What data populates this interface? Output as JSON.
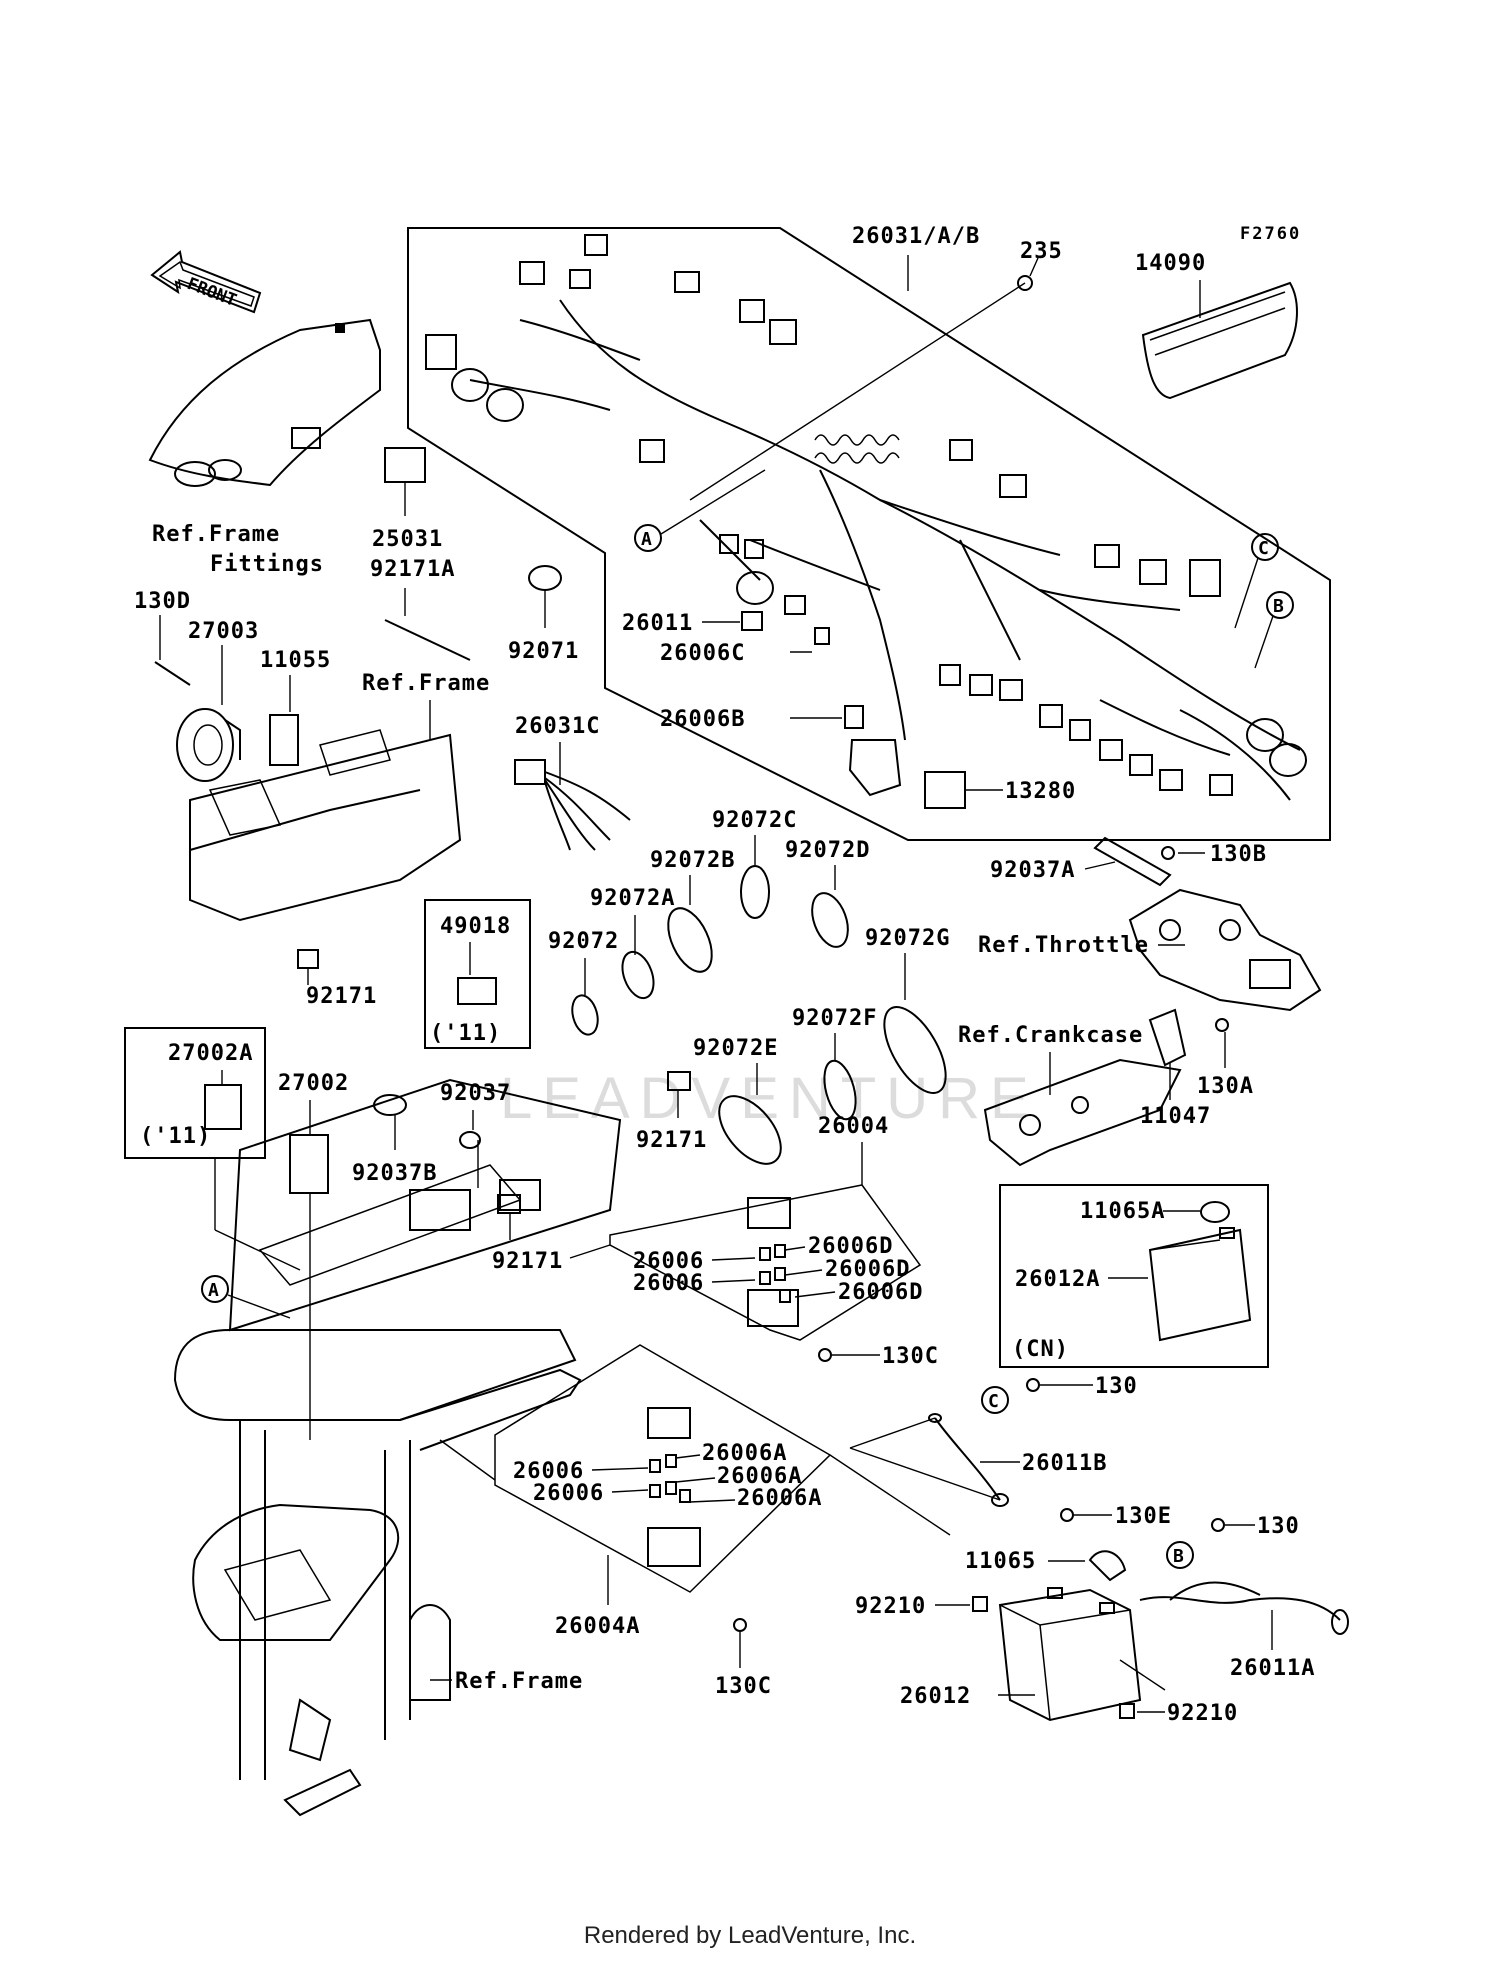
{
  "figure_code": "F2760",
  "front_label": "FRONT",
  "footer": "Rendered by LeadVenture, Inc.",
  "watermark": "LEADVENTURE",
  "callout_letters": [
    "A",
    "B",
    "C"
  ],
  "labels": {
    "l_26031AB": "26031/A/B",
    "l_235": "235",
    "l_14090": "14090",
    "l_ref_frame_fittings_1": "Ref.Frame",
    "l_ref_frame_fittings_2": "Fittings",
    "l_25031": "25031",
    "l_92171A": "92171A",
    "l_130D": "130D",
    "l_27003": "27003",
    "l_11055": "11055",
    "l_ref_frame_top": "Ref.Frame",
    "l_92071": "92071",
    "l_26011": "26011",
    "l_26006C": "26006C",
    "l_26006B": "26006B",
    "l_13280": "13280",
    "l_26031C": "26031C",
    "l_92072C": "92072C",
    "l_92072B": "92072B",
    "l_92072D": "92072D",
    "l_92072A": "92072A",
    "l_92072": "92072",
    "l_92072G": "92072G",
    "l_92072F": "92072F",
    "l_92072E": "92072E",
    "l_92037A": "92037A",
    "l_130B": "130B",
    "l_ref_throttle": "Ref.Throttle",
    "l_ref_crankcase": "Ref.Crankcase",
    "l_130A": "130A",
    "l_11047": "11047",
    "l_49018": "49018",
    "l_11_a": "('11)",
    "l_92171_a": "92171",
    "l_27002A": "27002A",
    "l_11_b": "('11)",
    "l_27002": "27002",
    "l_92037": "92037",
    "l_92037B": "92037B",
    "l_92171_b": "92171",
    "l_26004": "26004",
    "l_92171_c": "92171",
    "l_26006_1": "26006",
    "l_26006D_1": "26006D",
    "l_26006D_2": "26006D",
    "l_26006_2": "26006",
    "l_26006D_3": "26006D",
    "l_11065A": "11065A",
    "l_26012A": "26012A",
    "l_CN": "(CN)",
    "l_130C_1": "130C",
    "l_130_1": "130",
    "l_26011B": "26011B",
    "l_26006_3": "26006",
    "l_26006A_1": "26006A",
    "l_26006A_2": "26006A",
    "l_26006_4": "26006",
    "l_26006A_3": "26006A",
    "l_130E": "130E",
    "l_11065": "11065",
    "l_130_2": "130",
    "l_92210_1": "92210",
    "l_26011A": "26011A",
    "l_26004A": "26004A",
    "l_130C_2": "130C",
    "l_ref_frame_bottom": "Ref.Frame",
    "l_26012": "26012",
    "l_92210_2": "92210"
  }
}
